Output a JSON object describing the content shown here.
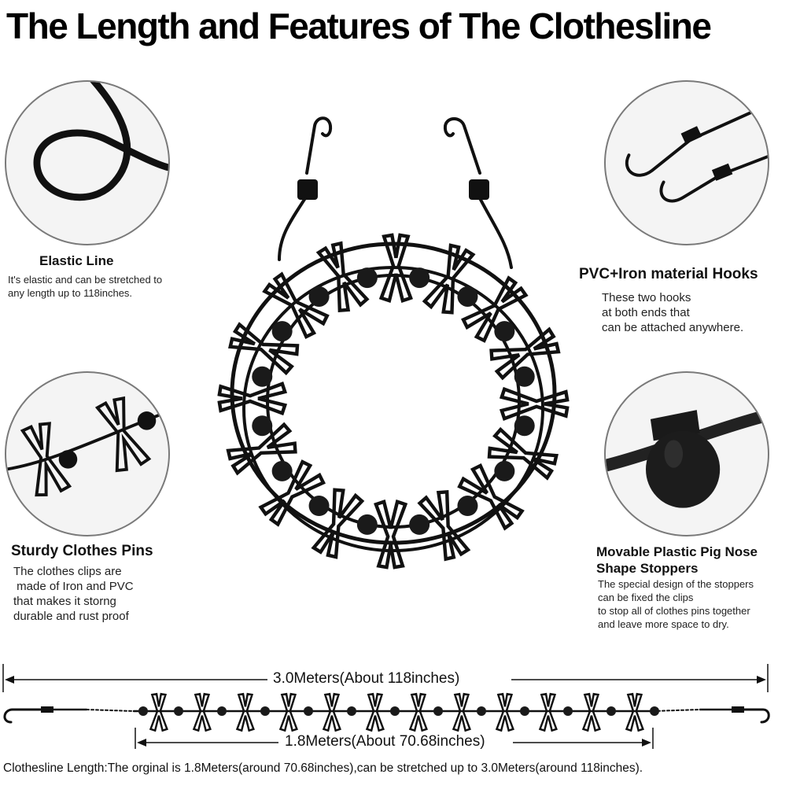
{
  "title": "The Length and Features of The Clothesline",
  "features": {
    "elastic": {
      "title": "Elastic Line",
      "desc": "It's elastic and can be stretched to\nany length up to 118inches.",
      "icon": "elastic-cord-icon"
    },
    "hooks": {
      "title": "PVC+Iron material Hooks",
      "desc": "These two hooks\nat both ends that\ncan be attached anywhere.",
      "icon": "hook-icon"
    },
    "pins": {
      "title": "Sturdy Clothes Pins",
      "desc": "The clothes clips are\n made of Iron and PVC\nthat makes it storng\ndurable and rust proof",
      "icon": "clothes-pin-icon"
    },
    "stoppers": {
      "title_line1": "Movable Plastic Pig Nose",
      "title_line2": "Shape Stoppers",
      "desc": "The special design of the stoppers\ncan be fixed the clips\nto stop all of clothes pins together\nand leave more space to dry.",
      "icon": "stopper-icon"
    }
  },
  "dimensions": {
    "max_label": "3.0Meters(About 118inches)",
    "min_label": "1.8Meters(About 70.68inches)"
  },
  "footer": "Clothesline Length:The orginal is 1.8Meters(around 70.68inches),can be stretched up to 3.0Meters(around 118inches).",
  "colors": {
    "product": "#111111",
    "circle_border": "#7a7a7a",
    "circle_bg": "#f4f4f4"
  }
}
